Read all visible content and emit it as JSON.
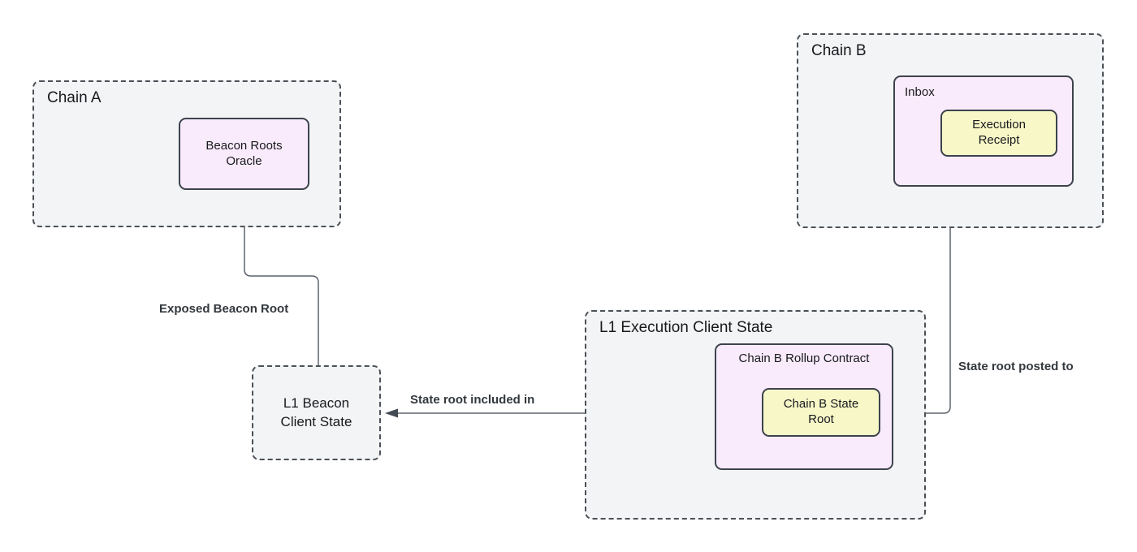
{
  "diagram_title": "L1 / L2 state root propagation diagram",
  "colors": {
    "canvas_bg": "#ffffff",
    "container_fill": "#f3f4f5",
    "container_border": "#4a5057",
    "pink_fill": "#f9ebfb",
    "yellow_fill": "#f7f7c8",
    "node_border": "#3d434d",
    "edge_line": "#5d636c",
    "arrowhead": "#434a54",
    "text": "#17191d",
    "edge_label_text": "#33383d"
  },
  "nodes": {
    "chain_a": {
      "label": "Chain A"
    },
    "beacon_roots_oracle": {
      "lines": [
        "Beacon Roots",
        "Oracle"
      ]
    },
    "chain_b": {
      "label": "Chain B"
    },
    "inbox": {
      "label": "Inbox"
    },
    "execution_receipt": {
      "lines": [
        "Execution",
        "Receipt"
      ]
    },
    "l1_execution_client_state": {
      "label": "L1 Execution Client State"
    },
    "chain_b_rollup_contract": {
      "label": "Chain B Rollup Contract"
    },
    "chain_b_state_root": {
      "lines": [
        "Chain B State",
        "Root"
      ]
    },
    "l1_beacon_client_state": {
      "lines": [
        "L1 Beacon",
        "Client State"
      ]
    }
  },
  "edges": {
    "exposed_beacon_root": {
      "label": "Exposed Beacon Root"
    },
    "state_root_included_in": {
      "label": "State root included in"
    },
    "state_root_posted_to": {
      "label": "State root posted to"
    }
  }
}
